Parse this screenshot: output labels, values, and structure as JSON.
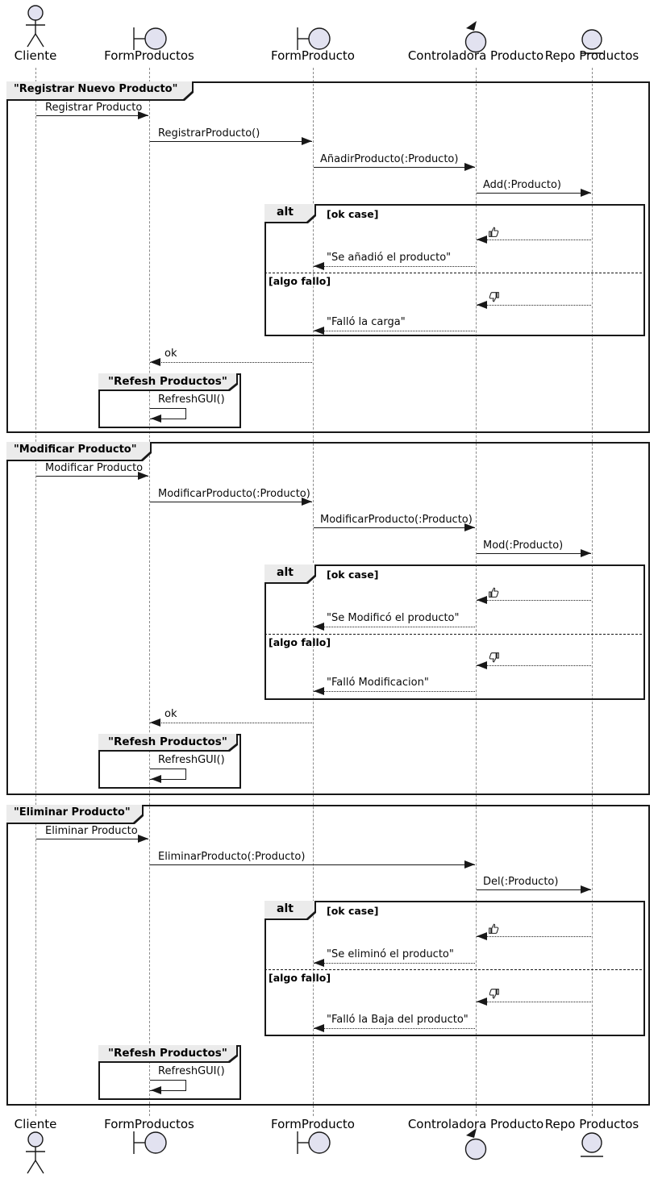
{
  "participants": [
    {
      "label": "Cliente",
      "type": "actor"
    },
    {
      "label": "FormProductos",
      "type": "boundary"
    },
    {
      "label": "FormProducto",
      "type": "boundary"
    },
    {
      "label": "Controladora Producto",
      "type": "control"
    },
    {
      "label": "Repo Productos",
      "type": "entity"
    }
  ],
  "frames": [
    {
      "title": "\"Registrar Nuevo Producto\"",
      "alt_label": "alt",
      "guard_ok": "[ok case]",
      "guard_fail": "[algo fallo]",
      "messages": {
        "m1": "Registrar Producto",
        "m2": "RegistrarProducto()",
        "m3": "AñadirProducto(:Producto)",
        "m4": "Add(:Producto)",
        "reply_ok": "\"Se añadió el producto\"",
        "reply_fail": "\"Falló la carga\"",
        "ok": "ok",
        "refresh": "RefreshGUI()"
      },
      "group_title": "\"Refesh Productos\"",
      "icons": {
        "ok": "thumbs-up",
        "fail": "thumbs-down"
      }
    },
    {
      "title": "\"Modificar Producto\"",
      "alt_label": "alt",
      "guard_ok": "[ok case]",
      "guard_fail": "[algo fallo]",
      "messages": {
        "m1": "Modificar Producto",
        "m2": "ModificarProducto(:Producto)",
        "m3": "ModificarProducto(:Producto)",
        "m4": "Mod(:Producto)",
        "reply_ok": "\"Se Modificó el producto\"",
        "reply_fail": "\"Falló Modificacion\"",
        "ok": "ok",
        "refresh": "RefreshGUI()"
      },
      "group_title": "\"Refesh Productos\"",
      "icons": {
        "ok": "thumbs-up",
        "fail": "thumbs-down"
      }
    },
    {
      "title": "\"Eliminar Producto\"",
      "alt_label": "alt",
      "guard_ok": "[ok case]",
      "guard_fail": "[algo fallo]",
      "messages": {
        "m1": "Eliminar Producto",
        "m2": "EliminarProducto(:Producto)",
        "m3": "Del(:Producto)",
        "reply_ok": "\"Se eliminó el producto\"",
        "reply_fail": "\"Falló la Baja del producto\"",
        "refresh": "RefreshGUI()"
      },
      "group_title": "\"Refesh Productos\"",
      "icons": {
        "ok": "thumbs-up",
        "fail": "thumbs-down"
      }
    }
  ],
  "colors": {
    "participant_fill": "#E2E2F0",
    "stroke": "#181818",
    "tab_bg": "#EBEBEB",
    "lifeline": "#8A8A8A"
  }
}
